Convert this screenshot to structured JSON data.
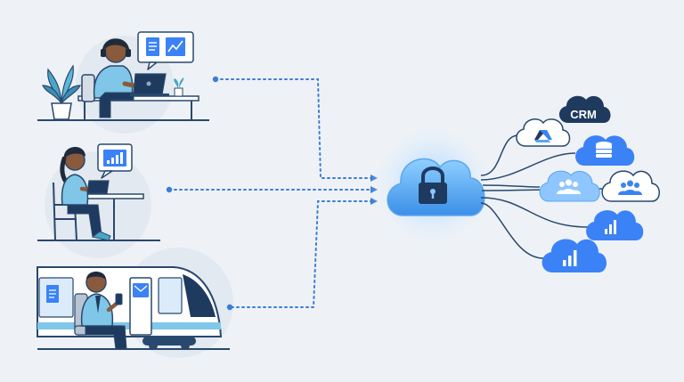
{
  "colors": {
    "background": "#eef2f6",
    "dark_navy": "#1f3a5f",
    "primary_blue": "#3b82f6",
    "light_blue": "#8fc6ff",
    "outline": "#29486e",
    "skin": "#8a5a3c",
    "shirt": "#7fc6e8",
    "dotted_line": "#3b7dd8"
  },
  "icons": {
    "central_cloud": "lock-icon",
    "services": [
      "google-drive-icon",
      "database-icon",
      "users-group-icon",
      "users-group-icon",
      "bar-chart-icon",
      "bar-chart-icon"
    ]
  },
  "scene": {
    "workers": [
      "home-office-headset-worker",
      "cafe-tablet-worker",
      "train-commuter-phone-worker"
    ],
    "crm_label": "CRM"
  }
}
